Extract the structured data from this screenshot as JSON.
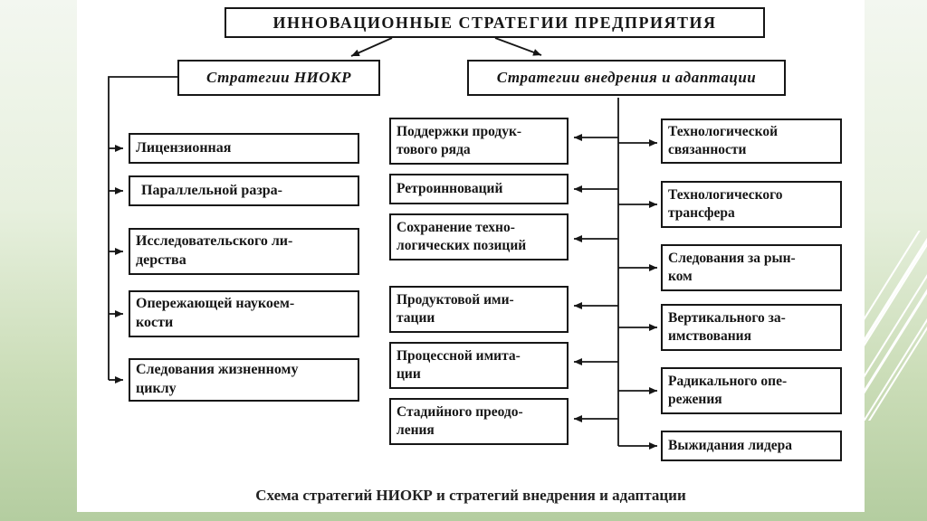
{
  "slide": {
    "title": "ИННОВАЦИОННЫЕ СТРАТЕГИИ ПРЕДПРИЯТИЯ",
    "caption": "Схема стратегий НИОКР и стратегий внедрения и адаптации"
  },
  "branches": {
    "niokr": {
      "header": "Стратегии НИОКР",
      "items": [
        "Лицензионная",
        "Параллельной разра-",
        "Исследовательского ли-\nдерства",
        "Опережающей наукоем-\nкости",
        "Следования жизненному\nциклу"
      ]
    },
    "vnedrenie_adaptacia": {
      "header": "Стратегии внедрения и адаптации",
      "middle_items": [
        "Поддержки продук-\nтового ряда",
        "Ретроинноваций",
        "Сохранение техно-\nлогических позиций",
        "Продуктовой ими-\nтации",
        "Процессной имита-\nции",
        "Стадийного преодо-\nления"
      ],
      "right_items": [
        "Технологической\nсвязанности",
        "Технологического\nтрансфера",
        "Следования за рын-\nком",
        "Вертикального за-\nимствования",
        "Радикального опе-\nрежения",
        "Выжидания лидера"
      ]
    }
  },
  "colors": {
    "background_top": "#f3f7f0",
    "background_bottom": "#b4cda0",
    "panel": "#ffffff",
    "line_and_text": "#161616"
  }
}
